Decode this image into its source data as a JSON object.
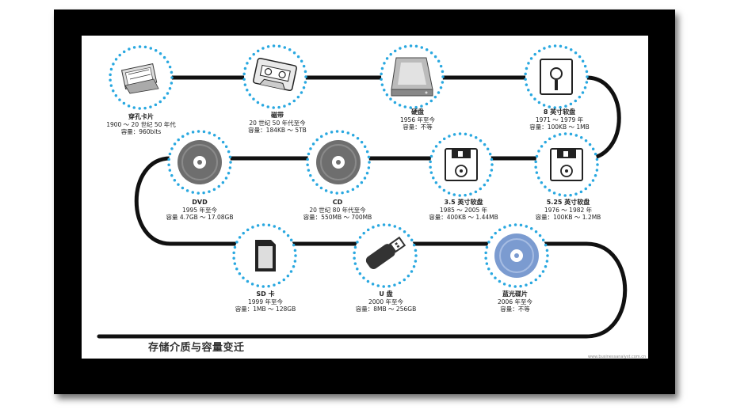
{
  "title": "存储介质与容量变迁",
  "watermark": "www.businessanalyst.com.cn",
  "colors": {
    "track": "#111111",
    "ring": "#29a8e0",
    "frame": "#000000",
    "bluray": "#7b9bd0"
  },
  "nodes": [
    {
      "id": "punch-card",
      "icon": "punch-card-icon",
      "name": "穿孔卡片",
      "year": "1900 ～ 20 世纪 50 年代",
      "capacity": "容量：960bits"
    },
    {
      "id": "tape",
      "icon": "cassette-icon",
      "name": "磁带",
      "year": "20 世纪 50 年代至今",
      "capacity": "容量：184KB ～ 5TB"
    },
    {
      "id": "hdd",
      "icon": "hard-disk-icon",
      "name": "硬盘",
      "year": "1956 年至今",
      "capacity": "容量：不等"
    },
    {
      "id": "floppy8",
      "icon": "floppy-8-icon",
      "name": "8 英寸软盘",
      "year": "1971 ～ 1979 年",
      "capacity": "容量：100KB ～ 1MB"
    },
    {
      "id": "floppy525",
      "icon": "floppy-525-icon",
      "name": "5.25 英寸软盘",
      "year": "1976 ～ 1982 年",
      "capacity": "容量：100KB ～ 1.2MB"
    },
    {
      "id": "floppy35",
      "icon": "floppy-35-icon",
      "name": "3.5 英寸软盘",
      "year": "1985 ～ 2005 年",
      "capacity": "容量：400KB ～ 1.44MB"
    },
    {
      "id": "cd",
      "icon": "cd-icon",
      "name": "CD",
      "year": "20 世纪 80 年代至今",
      "capacity": "容量：550MB ～ 700MB"
    },
    {
      "id": "dvd",
      "icon": "dvd-icon",
      "name": "DVD",
      "year": "1995 年至今",
      "capacity": "容量 4.7GB ～ 17.08GB"
    },
    {
      "id": "sd",
      "icon": "sd-card-icon",
      "name": "SD 卡",
      "year": "1999 年至今",
      "capacity": "容量：1MB ～ 128GB"
    },
    {
      "id": "usb",
      "icon": "usb-drive-icon",
      "name": "U 盘",
      "year": "2000 年至今",
      "capacity": "容量：8MB ～ 256GB"
    },
    {
      "id": "bluray",
      "icon": "bluray-icon",
      "name": "蓝光碟片",
      "year": "2006 年至今",
      "capacity": "容量：不等"
    }
  ]
}
